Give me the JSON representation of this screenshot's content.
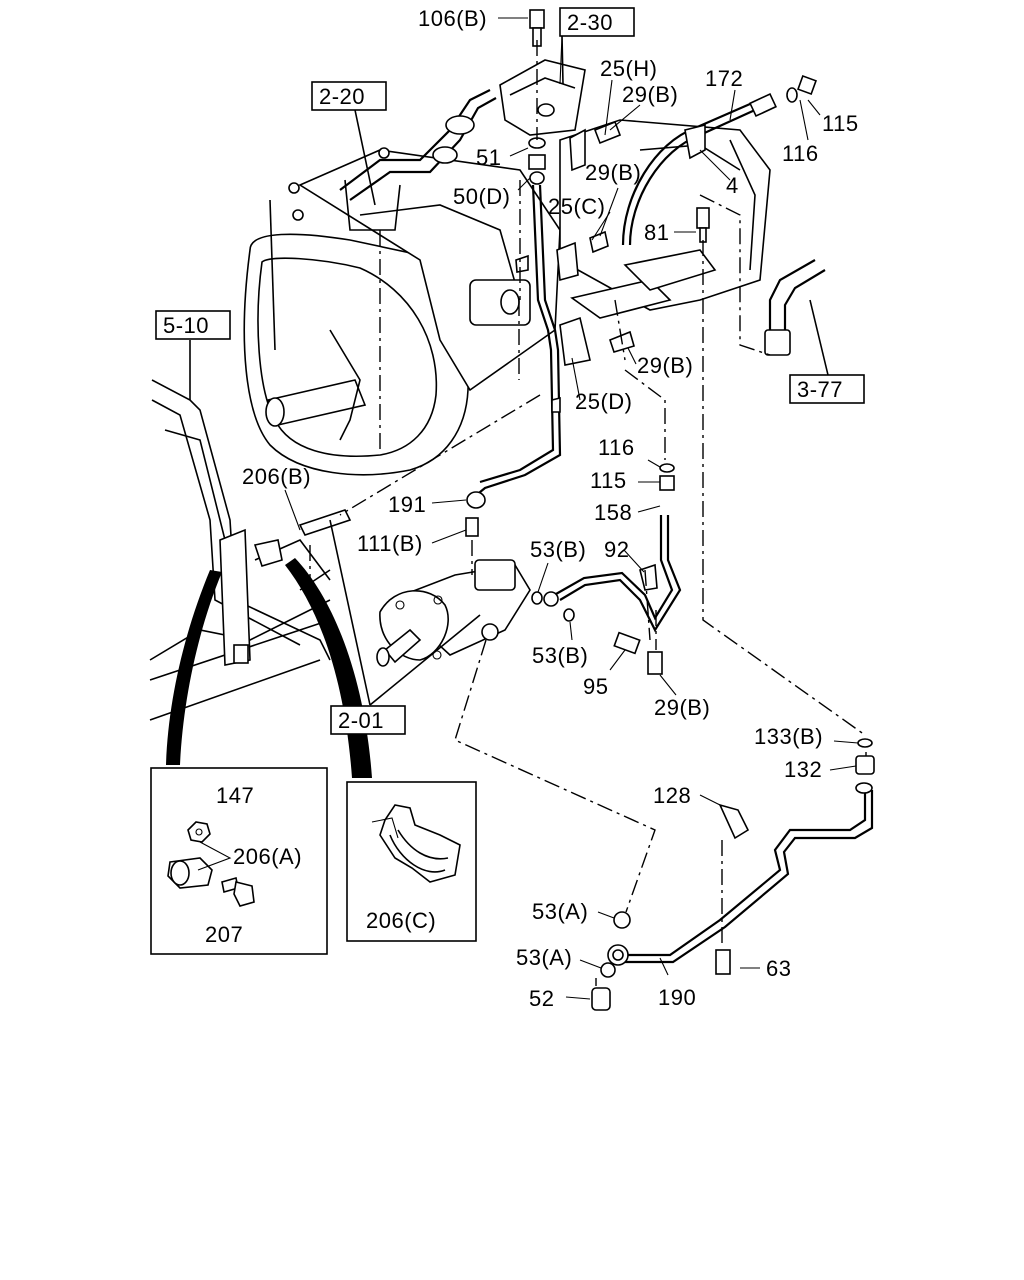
{
  "diagram": {
    "reference_boxes": [
      {
        "id": "ref-2-30",
        "label": "2-30"
      },
      {
        "id": "ref-2-20",
        "label": "2-20"
      },
      {
        "id": "ref-5-10",
        "label": "5-10"
      },
      {
        "id": "ref-3-77",
        "label": "3-77"
      },
      {
        "id": "ref-2-01",
        "label": "2-01"
      }
    ],
    "callouts": {
      "c106b": "106(B)",
      "c25h": "25(H)",
      "c172": "172",
      "c29b_top": "29(B)",
      "c115_top": "115",
      "c116_top": "116",
      "c51": "51",
      "c50d": "50(D)",
      "c29b_mid": "29(B)",
      "c4": "4",
      "c25c": "25(C)",
      "c81": "81",
      "c29b_right": "29(B)",
      "c25d": "25(D)",
      "c116_mid": "116",
      "c115_mid": "115",
      "c206b": "206(B)",
      "c191": "191",
      "c158": "158",
      "c111b": "111(B)",
      "c53b_top": "53(B)",
      "c92": "92",
      "c53b_bot": "53(B)",
      "c95": "95",
      "c29b_bot": "29(B)",
      "c133b": "133(B)",
      "c132": "132",
      "c128": "128",
      "c147": "147",
      "c206a": "206(A)",
      "c207": "207",
      "c206c": "206(C)",
      "c53a_top": "53(A)",
      "c53a_bot": "53(A)",
      "c63": "63",
      "c52": "52",
      "c190": "190"
    }
  }
}
